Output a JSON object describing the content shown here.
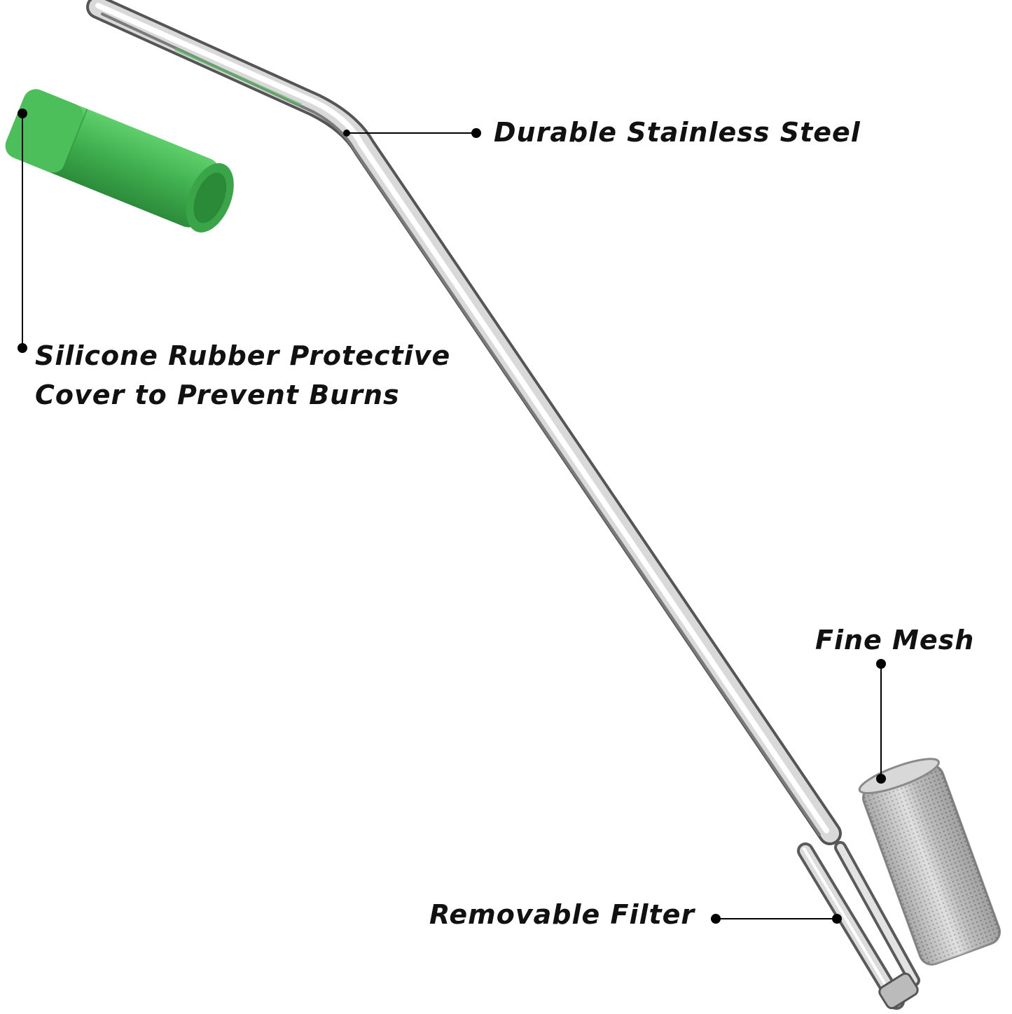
{
  "callouts": {
    "steel": "Durable Stainless Steel",
    "silicone_line1": "Silicone Rubber Protective",
    "silicone_line2": "Cover to Prevent Burns",
    "mesh": "Fine Mesh",
    "filter": "Removable Filter"
  },
  "colors": {
    "silicone_green": "#3fae4e",
    "steel_light": "#f4f4f4",
    "steel_dark": "#6b6b6b",
    "line": "#000000"
  }
}
